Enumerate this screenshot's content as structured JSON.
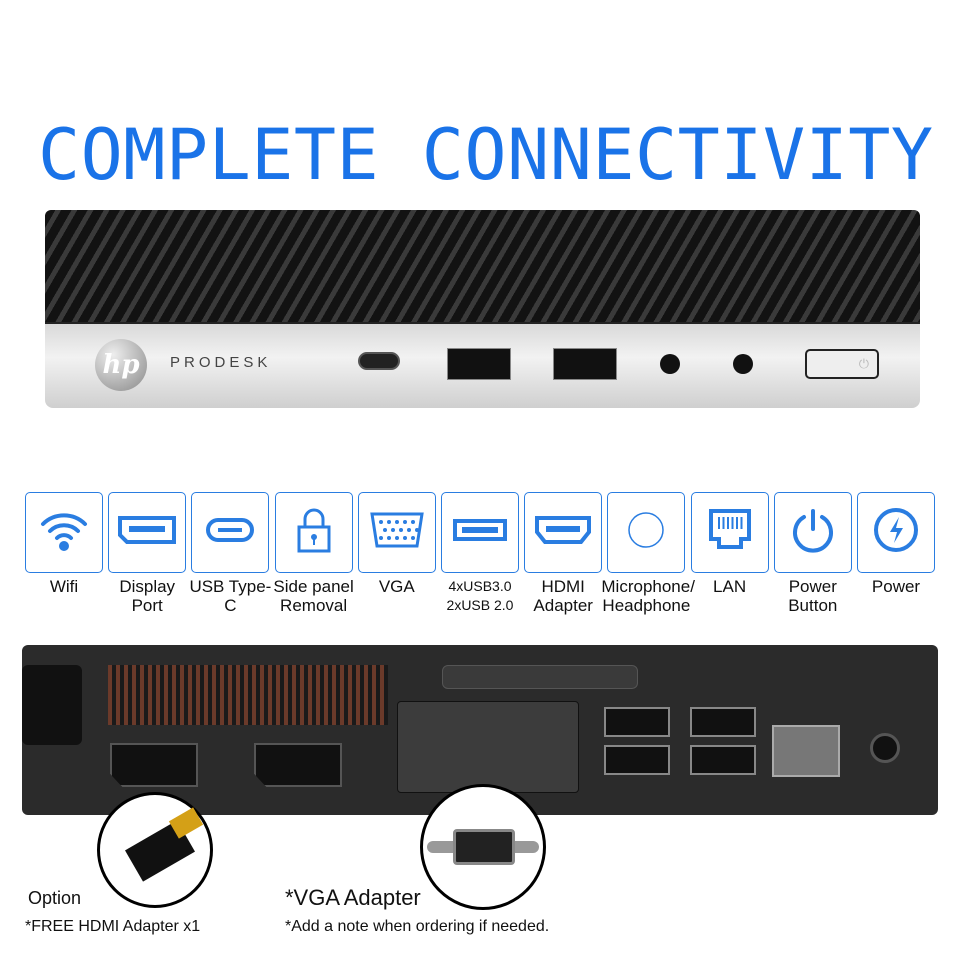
{
  "title": "COMPLETE CONNECTIVITY",
  "accent_color": "#1a73e8",
  "device": {
    "brand_logo": "hp",
    "model": "PRODESK",
    "power_symbol": "⏻"
  },
  "features": [
    {
      "icon": "wifi-icon",
      "label": "Wifi"
    },
    {
      "icon": "displayport-icon",
      "label": "Display Port"
    },
    {
      "icon": "usb-type-c-icon",
      "label": "USB Type-C"
    },
    {
      "icon": "padlock-icon",
      "label": "Side panel Removal"
    },
    {
      "icon": "vga-icon",
      "label": "VGA"
    },
    {
      "icon": "usb-icon",
      "label": "4xUSB3.0 2xUSB 2.0"
    },
    {
      "icon": "hdmi-icon",
      "label": "HDMI Adapter"
    },
    {
      "icon": "audio-jack-icon",
      "label": "Microphone/ Headphone"
    },
    {
      "icon": "lan-icon",
      "label": "LAN"
    },
    {
      "icon": "power-button-icon",
      "label": "Power Button"
    },
    {
      "icon": "power-bolt-icon",
      "label": "Power"
    }
  ],
  "notes": {
    "option": "Option",
    "hdmi_free": "*FREE HDMI Adapter x1",
    "vga_title": "*VGA Adapter",
    "vga_note": "*Add a note when ordering if needed."
  }
}
